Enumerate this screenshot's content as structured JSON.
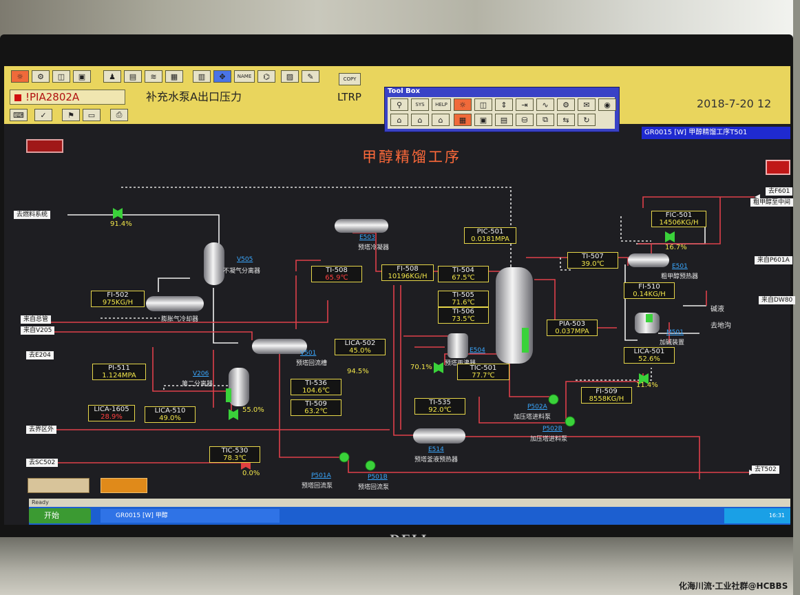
{
  "header": {
    "tag": "!PIA2802A",
    "tag_description": "补充水泵A出口压力",
    "ltrp": "LTRP",
    "date": "2018-7-20 12",
    "copy_label": "COPY",
    "name_label": "NAME"
  },
  "toolbox": {
    "title": "Tool Box",
    "sys_label": "SYS",
    "help_label": "HELP"
  },
  "group_bar": "GR0015 [W] 甲醇精馏工序T501",
  "title": "甲醇精馏工序",
  "connectors": {
    "fuel_system": "去燃料系统",
    "from_general_pipe": "来自总管",
    "from_v205": "来自V205",
    "to_e204": "去E204",
    "to_boundary": "去界区外",
    "to_sc502": "去SC502",
    "from_f601": "去F601",
    "crude_methanol": "粗甲醇至中间",
    "from_p601": "来自P601A",
    "from_dw": "来自DW80",
    "to_t502": "去T502",
    "alkali": "碱液",
    "to_trench": "去地沟"
  },
  "equipment": {
    "v505": {
      "name": "V505",
      "desc": "不凝气分离器"
    },
    "e503": {
      "name": "E503",
      "desc": "预塔冷凝器"
    },
    "e502": {
      "name": "",
      "desc": "膨胀气冷却器"
    },
    "v501": {
      "name": "V501",
      "desc": "预塔回流槽"
    },
    "v206": {
      "name": "V206",
      "desc": "第二分离器"
    },
    "e504": {
      "name": "E504",
      "desc": "预塔再沸器"
    },
    "e514": {
      "name": "E514",
      "desc": "预塔釜液预热器"
    },
    "e501": {
      "name": "E501",
      "desc": "粗甲醇预热器"
    },
    "m501": {
      "name": "M501",
      "desc": "加碱装置"
    },
    "p501a": {
      "name": "P501A",
      "desc": "预塔回流泵"
    },
    "p501b": {
      "name": "P501B",
      "desc": "预塔回流泵"
    },
    "p502a": {
      "name": "P502A",
      "desc": "加压塔进料泵"
    },
    "p502b": {
      "name": "P502B",
      "desc": "加压塔进料泵"
    }
  },
  "instruments": [
    {
      "id": "fi502",
      "name": "FI-502",
      "value": "975KG/H"
    },
    {
      "id": "ti508",
      "name": "TI-508",
      "value": "65.9℃"
    },
    {
      "id": "fi508",
      "name": "FI-508",
      "value": "10196KG/H"
    },
    {
      "id": "pic501",
      "name": "PIC-501",
      "value": "0.0181MPA"
    },
    {
      "id": "ti504",
      "name": "TI-504",
      "value": "67.5℃"
    },
    {
      "id": "ti505",
      "name": "TI-505",
      "value": "71.6℃"
    },
    {
      "id": "ti506",
      "name": "TI-506",
      "value": "73.5℃"
    },
    {
      "id": "pia503",
      "name": "PIA-503",
      "value": "0.037MPA"
    },
    {
      "id": "lica502",
      "name": "LICA-502",
      "value": "45.0%"
    },
    {
      "id": "pi511",
      "name": "PI-511",
      "value": "1.124MPA"
    },
    {
      "id": "lica1605",
      "name": "LICA-1605",
      "value": "28.9%"
    },
    {
      "id": "lica510",
      "name": "LICA-510",
      "value": "49.0%"
    },
    {
      "id": "ti536",
      "name": "TI-536",
      "value": "104.6℃"
    },
    {
      "id": "ti509",
      "name": "TI-509",
      "value": "63.2℃"
    },
    {
      "id": "tic501",
      "name": "TIC-501",
      "value": "77.7℃"
    },
    {
      "id": "ti535",
      "name": "TI-535",
      "value": "92.0℃"
    },
    {
      "id": "tic530",
      "name": "TIC-530",
      "value": "78.3℃"
    },
    {
      "id": "fic501",
      "name": "FIC-501",
      "value": "14506KG/H"
    },
    {
      "id": "ti507",
      "name": "TI-507",
      "value": "39.0℃"
    },
    {
      "id": "fi510",
      "name": "FI-510",
      "value": "0.14KG/H"
    },
    {
      "id": "lica501",
      "name": "LICA-501",
      "value": "52.6%"
    },
    {
      "id": "fi509",
      "name": "FI-509",
      "value": "8558KG/H"
    }
  ],
  "valve_openings": {
    "fuel_valve": "91.4%",
    "lica502_valve": "94.5%",
    "tic501_valve": "70.1%",
    "lica510_valve": "55.0%",
    "tic530_valve": "0.0%",
    "fic501_valve": "16.7%",
    "lica501_valve": "11.4%"
  },
  "taskbar": {
    "start": "开始",
    "item": "GR0015 [W] 甲醇",
    "clock": "16:31"
  },
  "status": "Ready",
  "monitor_brand": "DELL",
  "watermark": "化海川流·工业社群@HCBBS",
  "colors": {
    "background": "#1e1e22",
    "tag_border": "#e8d84a",
    "value_yellow": "#f2e64a",
    "pipe_red": "#e0404a",
    "valve_green": "#3ad23a",
    "title_orange": "#ff6a3a",
    "equip_blue": "#3aa8ff"
  }
}
